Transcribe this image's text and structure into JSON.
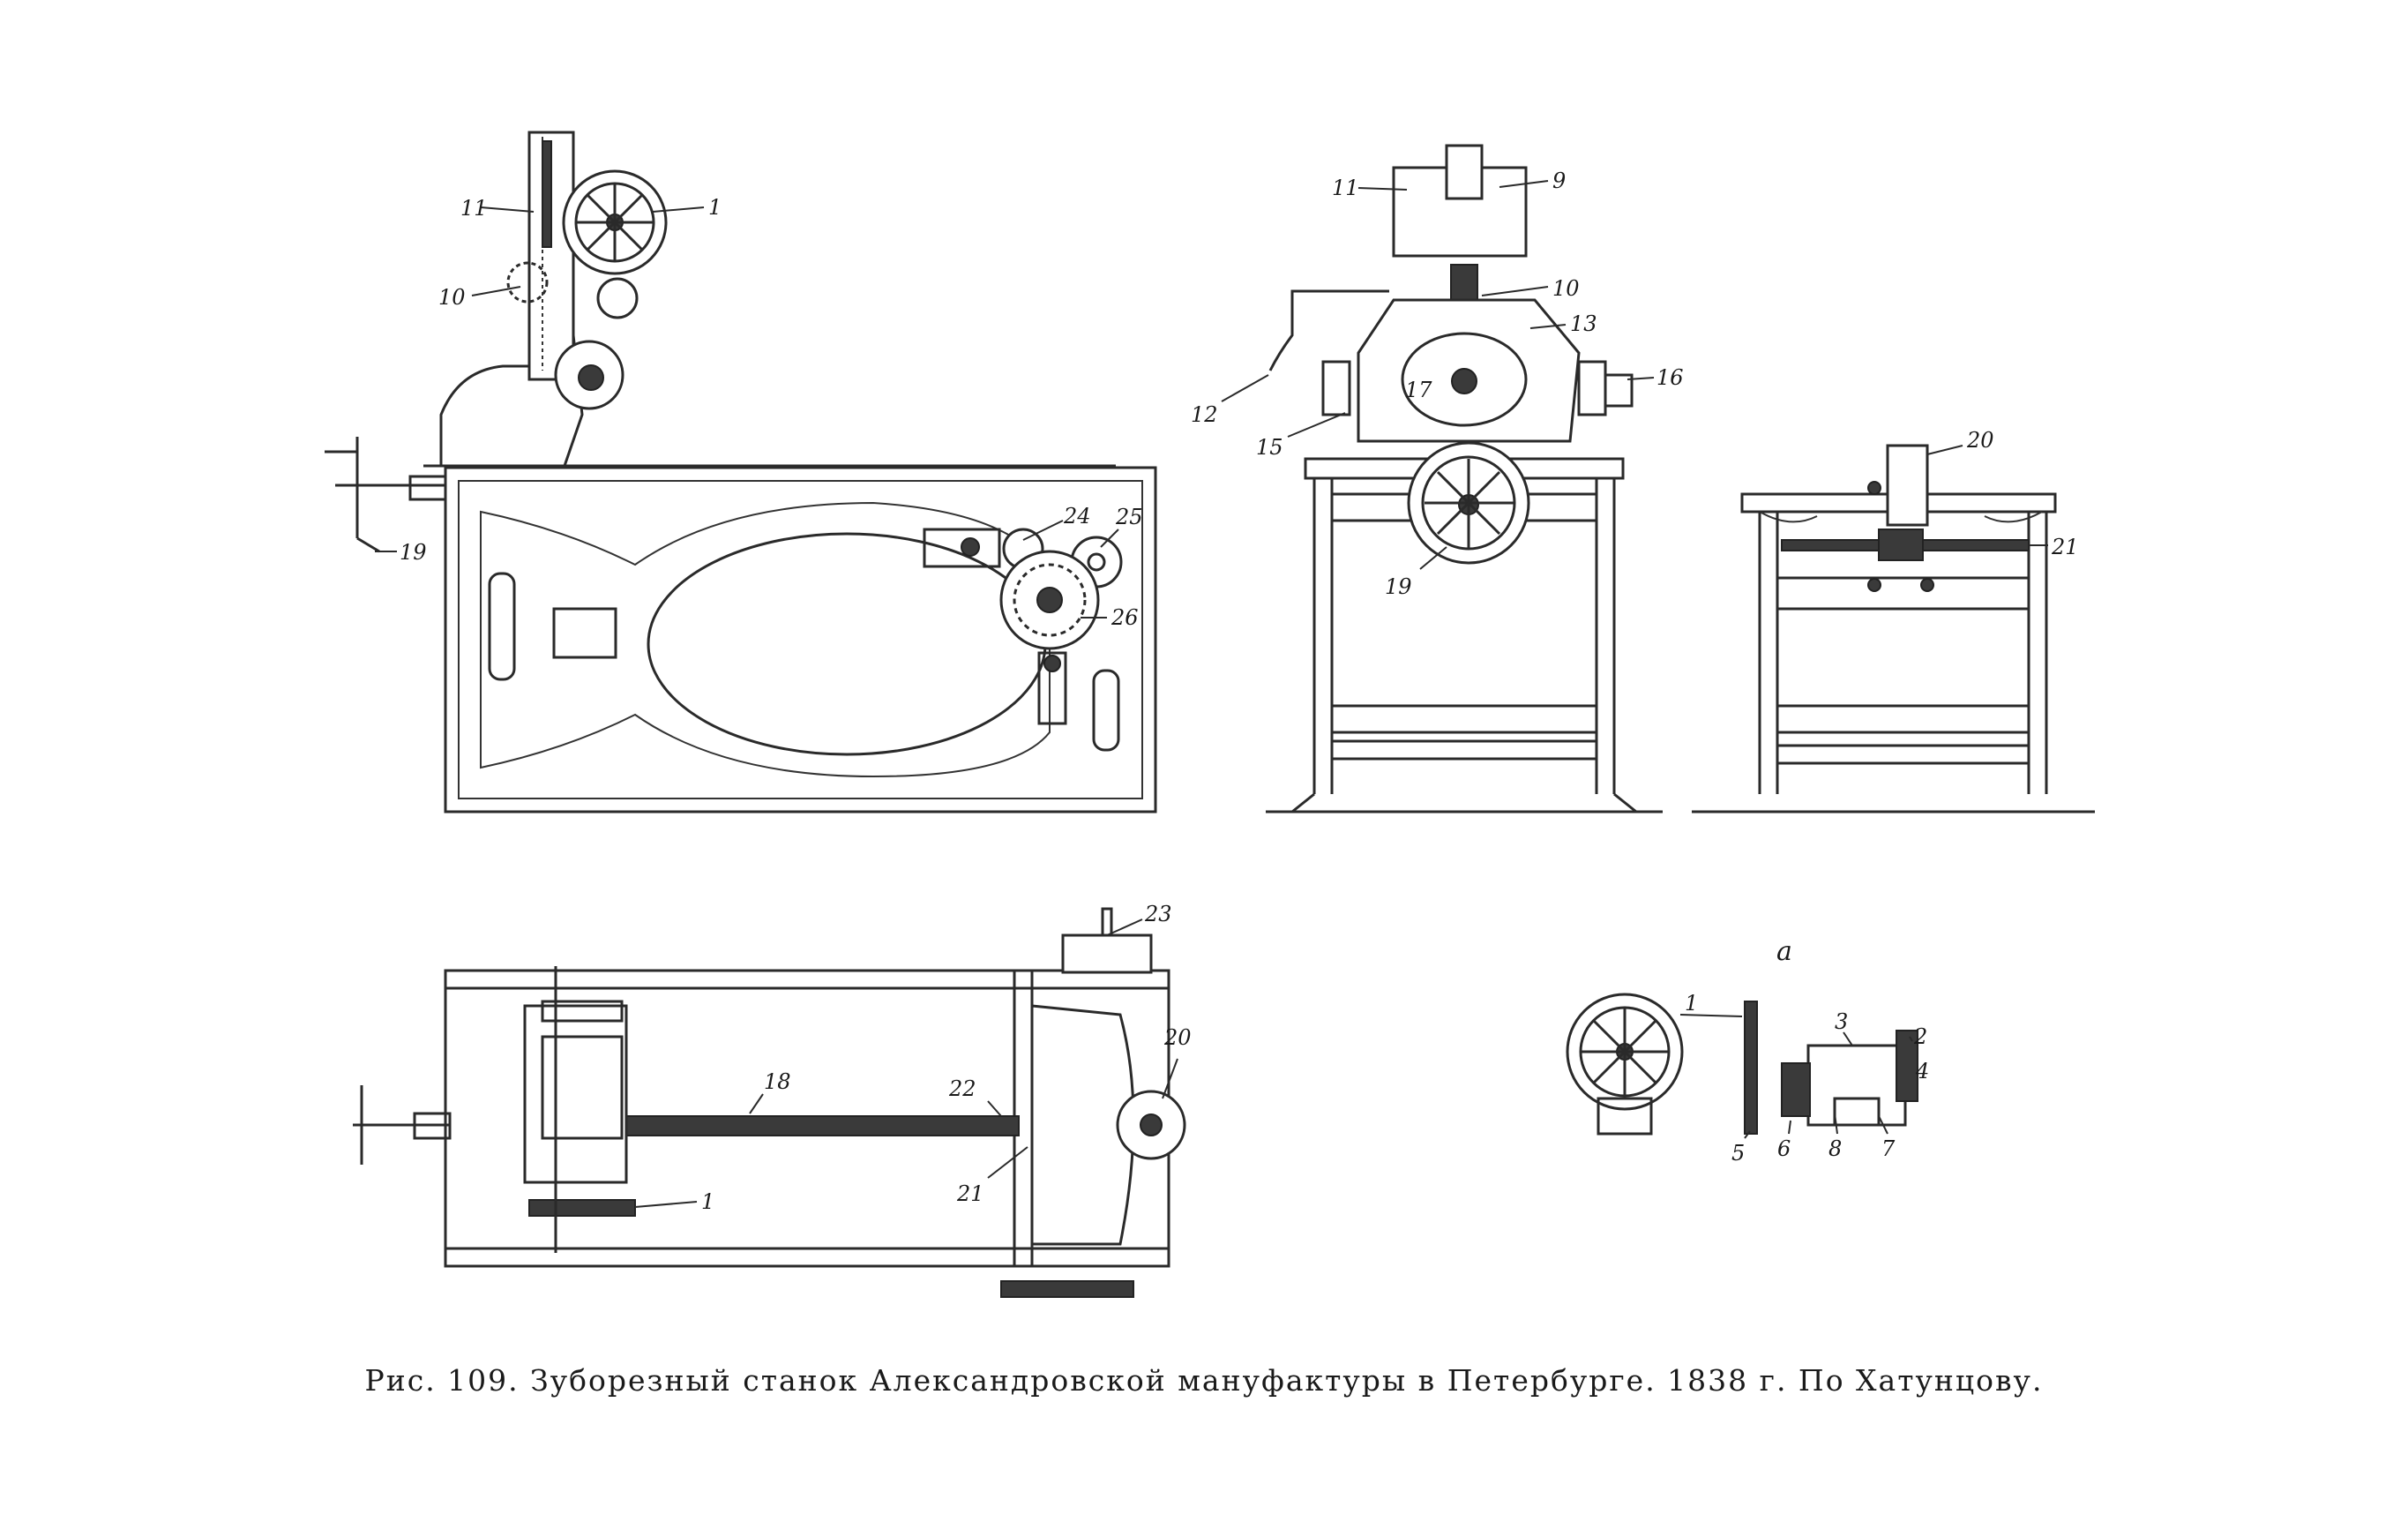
{
  "caption": "Рис. 109. Зуборезный станок Александровской мануфактуры в Петербурге. 1838 г. По Хатунцову.",
  "views": {
    "side": {
      "labels": [
        "11",
        "1",
        "10",
        "19",
        "24",
        "25",
        "26"
      ]
    },
    "front": {
      "labels": [
        "11",
        "9",
        "10",
        "13",
        "12",
        "17",
        "16",
        "15",
        "19"
      ]
    },
    "end": {
      "labels": [
        "20",
        "21"
      ]
    },
    "plan": {
      "labels": [
        "23",
        "18",
        "22",
        "20",
        "21",
        "1"
      ]
    },
    "detail": {
      "title": "а",
      "labels": [
        "1",
        "3",
        "2",
        "4",
        "5",
        "6",
        "8",
        "7"
      ]
    }
  }
}
